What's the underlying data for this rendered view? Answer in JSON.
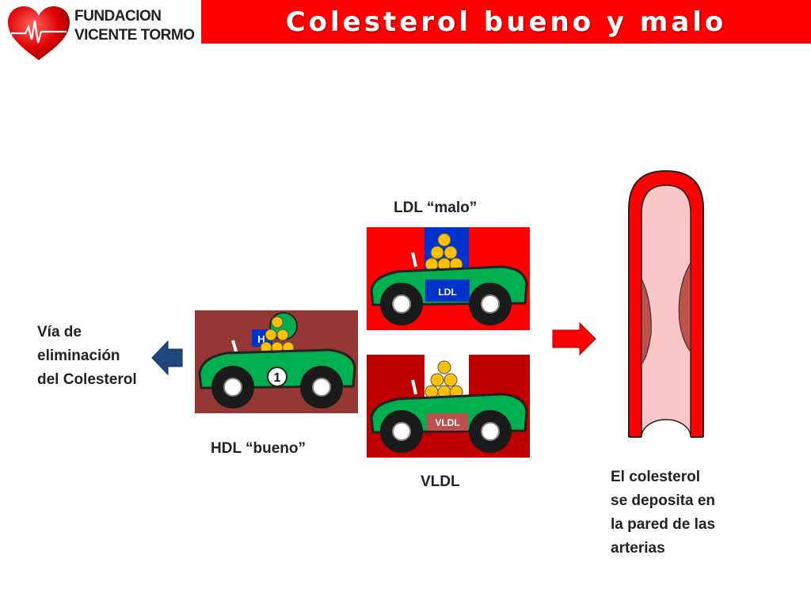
{
  "header": {
    "title": "Colesterol bueno y malo",
    "logo_line1": "FUNDACION",
    "logo_line2": "VICENTE TORMO",
    "brand_color": "#ff0000"
  },
  "labels": {
    "ldl_title": "LDL “malo”",
    "hdl_title": "HDL “bueno”",
    "vldl_title": "VLDL",
    "elimination_line1": "Vía de",
    "elimination_line2": "eliminación",
    "elimination_line3": "del Colesterol",
    "artery_line1": "El colesterol",
    "artery_line2": "se deposita en",
    "artery_line3": "la pared de las",
    "artery_line4": "arterias"
  },
  "cars": {
    "ldl_plate": "LDL",
    "vldl_plate": "VLDL",
    "hdl_plate": "H",
    "hdl_number": "1"
  },
  "colors": {
    "ldl_bg": "#ff0000",
    "vldl_bg": "#c00000",
    "hdl_bg": "#953735",
    "car_body": "#00b050",
    "cholesterol_ball": "#ffc000",
    "ldl_plate_bg": "#0033cc",
    "vldl_plate_bg": "#c0504d",
    "left_arrow": "#1f497d",
    "right_arrow": "#ff0000",
    "artery_wall": "#ff0000",
    "artery_lumen": "#f9c5c5",
    "plaque": "#c0504d"
  }
}
